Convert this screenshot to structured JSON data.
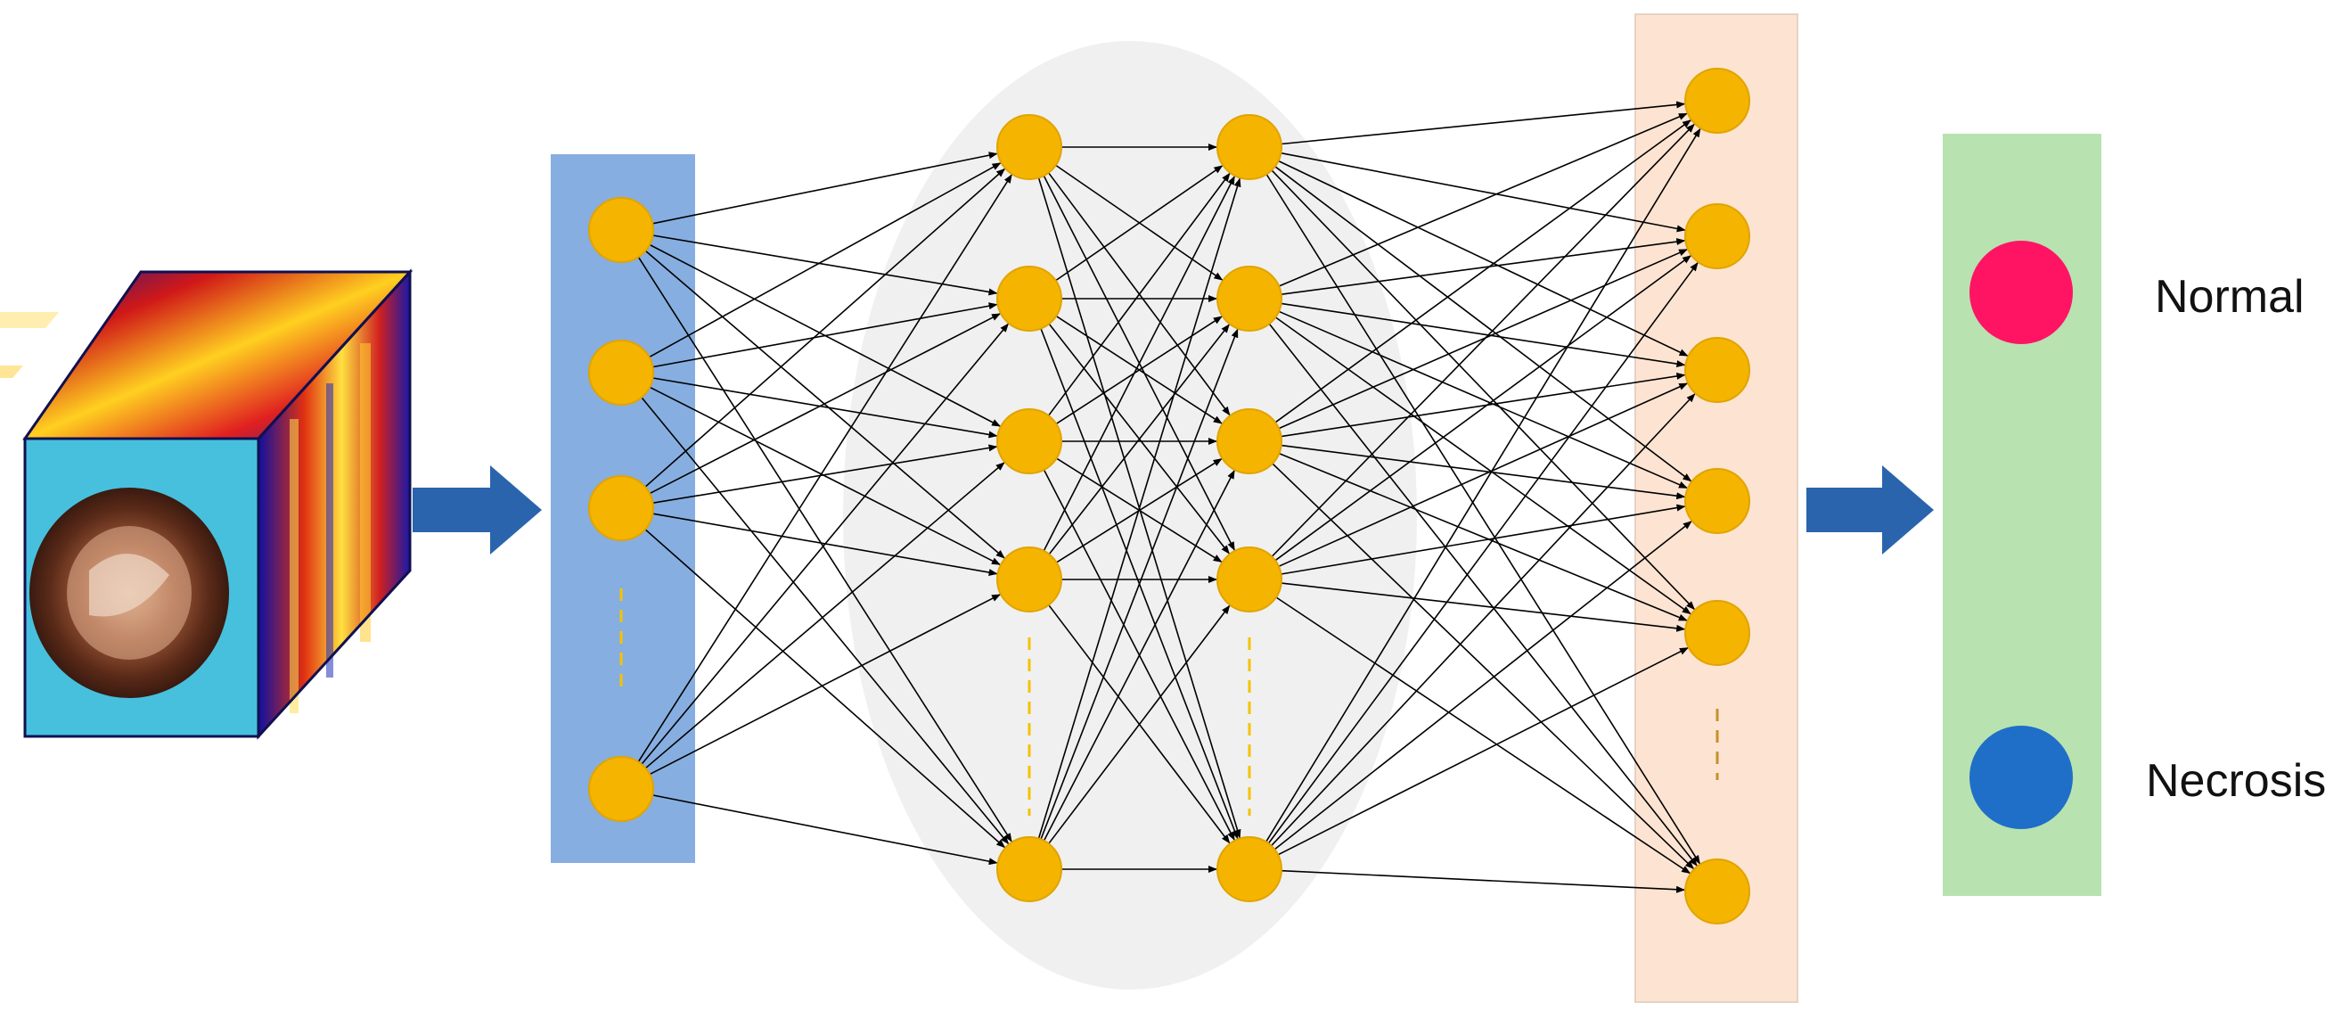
{
  "outputs": {
    "normal": {
      "label": "Normal",
      "color": "#ff1464"
    },
    "necrosis": {
      "label": "Necrosis",
      "color": "#1f6fc8"
    }
  },
  "colors": {
    "neuron": "#f5b400",
    "neuron_stroke": "#e0a400",
    "input_panel": "#87aee0",
    "hidden_ellipse": "#f0f0f0",
    "last_hidden_panel": "#fde4d2",
    "output_panel": "#b8e2b0",
    "arrow": "#2a64ad",
    "connection": "#000000",
    "ellipsis_dash": "#f5c200"
  },
  "network": {
    "layer_neuron_counts": [
      4,
      5,
      5,
      6
    ]
  },
  "icons": {
    "input_image": "hyperspectral-cube-icon",
    "flow_arrow": "right-arrow-icon"
  }
}
